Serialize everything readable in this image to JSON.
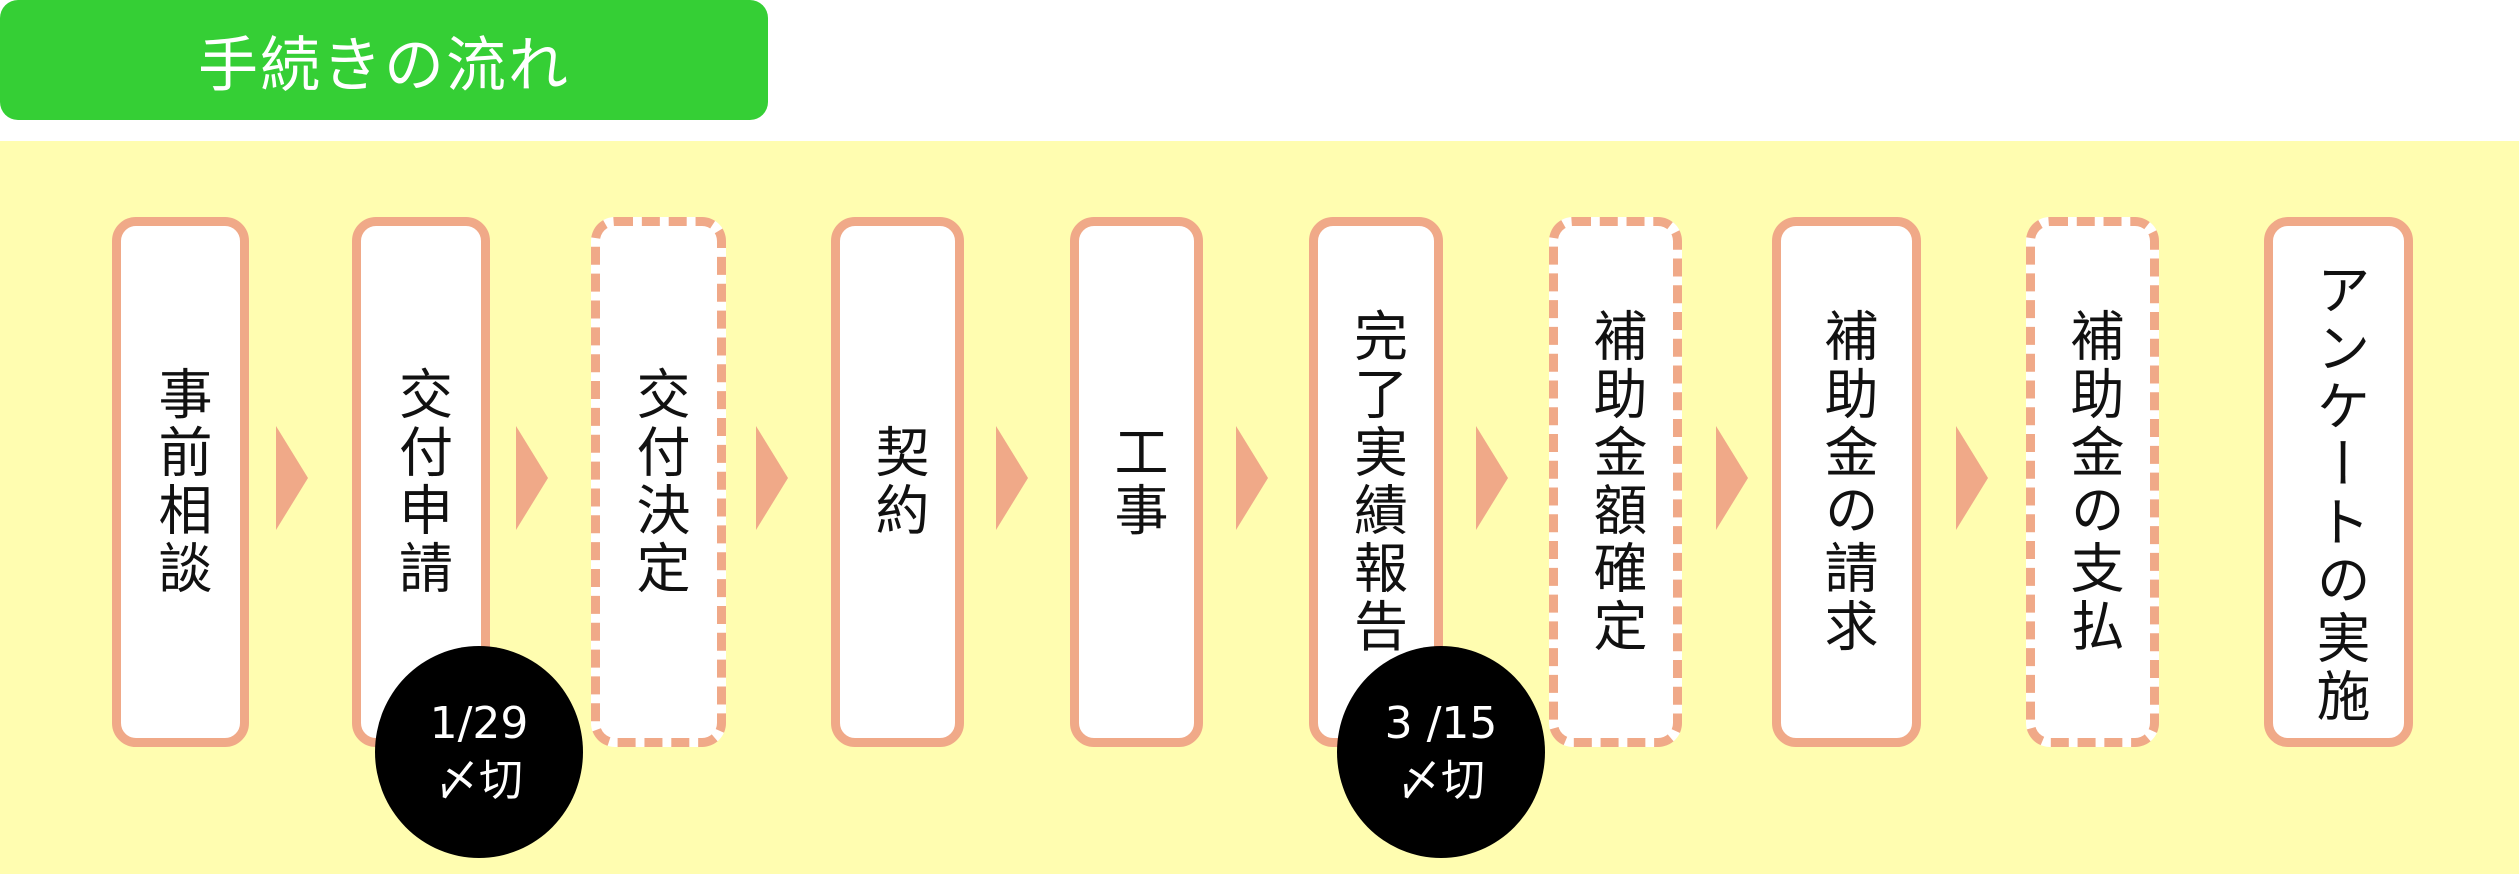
{
  "title": "手続きの流れ",
  "steps": [
    {
      "label": "事前相談",
      "style": "solid"
    },
    {
      "label": "交付申請",
      "style": "solid"
    },
    {
      "label": "交付決定",
      "style": "dashed"
    },
    {
      "label": "契約",
      "style": "solid"
    },
    {
      "label": "工事",
      "style": "solid"
    },
    {
      "label": "完了実績報告",
      "style": "solid"
    },
    {
      "label": "補助金額確定",
      "style": "dashed"
    },
    {
      "label": "補助金の請求",
      "style": "solid"
    },
    {
      "label": "補助金の支払",
      "style": "dashed"
    },
    {
      "label": "アンケートの実施",
      "style": "solid"
    }
  ],
  "deadlines": [
    {
      "date": "1/29",
      "label": "〆切"
    },
    {
      "date": "3 /15",
      "label": "〆切"
    }
  ],
  "colors": {
    "title_bg": "#35cf35",
    "band_bg": "#fffdb0",
    "accent": "#f0a988"
  }
}
